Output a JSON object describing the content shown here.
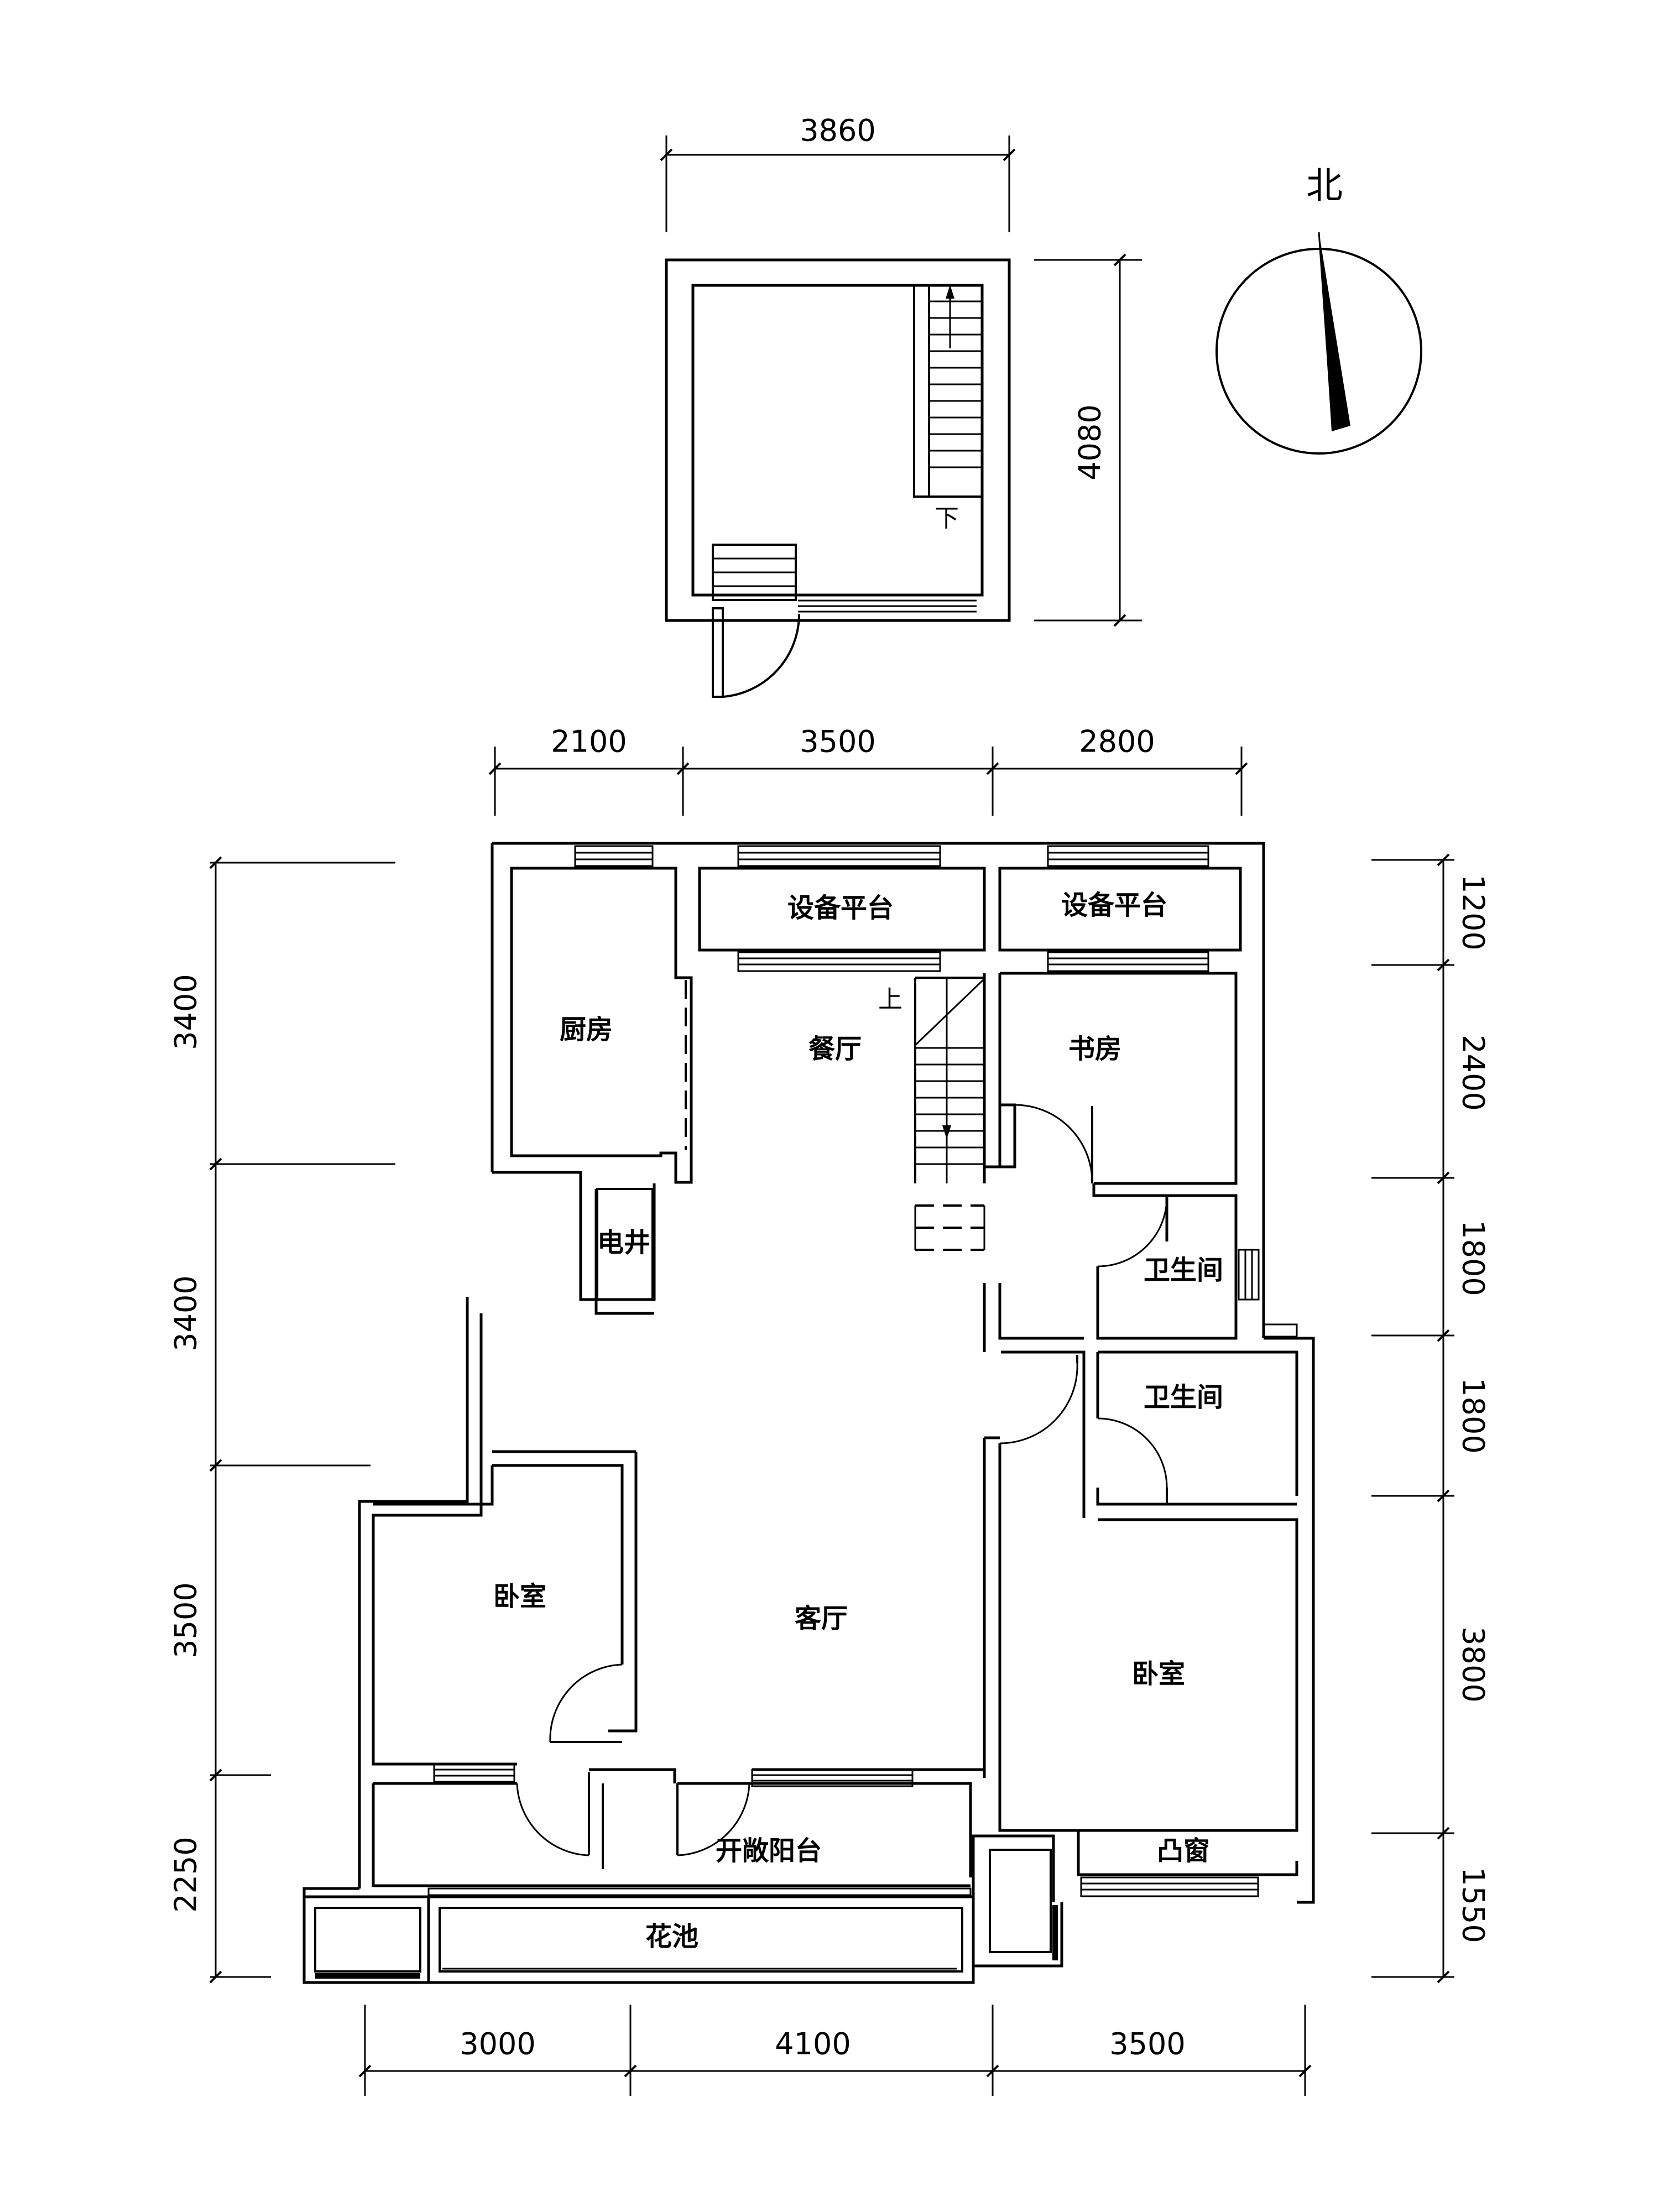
{
  "compass": {
    "label": "北"
  },
  "attic": {
    "width_label": "3860",
    "height_label": "4080",
    "stair_label": "下"
  },
  "rooms": {
    "kitchen": "厨房",
    "dining": "餐厅",
    "study": "书房",
    "equip_1": "设备平台",
    "equip_2": "设备平台",
    "elec": "电井",
    "bath_1": "卫生间",
    "bath_2": "卫生间",
    "bedroom_1": "卧室",
    "living": "客厅",
    "bedroom_2": "卧室",
    "balcony": "开敞阳台",
    "bay": "凸窗",
    "planter": "花池",
    "stair_up": "上"
  },
  "dims": {
    "top": [
      "2100",
      "3500",
      "2800"
    ],
    "bottom": [
      "3000",
      "4100",
      "3500"
    ],
    "left": [
      "3400",
      "3400",
      "3500",
      "2250"
    ],
    "right": [
      "1200",
      "2400",
      "1800",
      "1800",
      "3800",
      "1550"
    ]
  }
}
